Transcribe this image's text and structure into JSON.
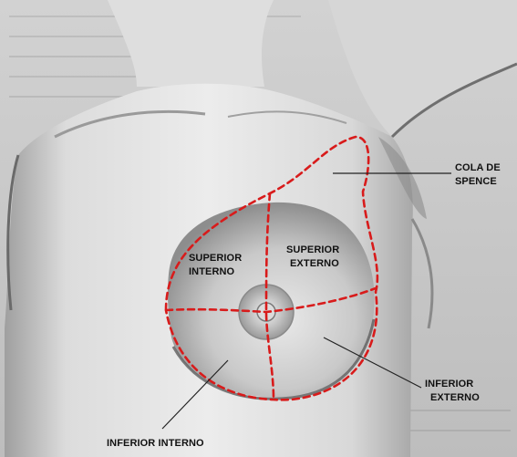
{
  "diagram": {
    "labels": {
      "cola_de_spence_line1": "COLA DE",
      "cola_de_spence_line2": "SPENCE",
      "superior_interno_line1": "SUPERIOR",
      "superior_interno_line2": "INTERNO",
      "superior_externo_line1": "SUPERIOR",
      "superior_externo_line2": "EXTERNO",
      "inferior_externo_line1": "INFERIOR",
      "inferior_externo_line2": "EXTERNO",
      "inferior_interno": "INFERIOR INTERNO"
    },
    "colors": {
      "dashed_outline": "#d81b1b",
      "leader_lines": "#222222",
      "background": "#ffffff"
    }
  }
}
